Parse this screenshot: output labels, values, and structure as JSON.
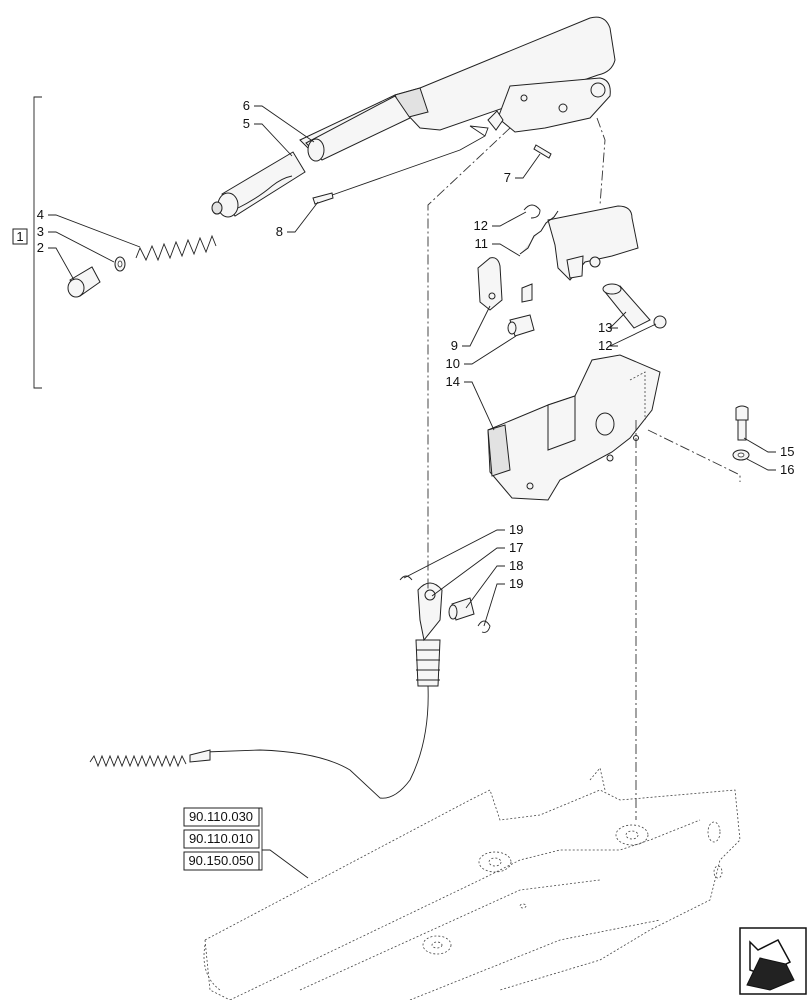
{
  "group_bracket": {
    "label": "1"
  },
  "callouts": [
    {
      "id": "c2",
      "label": "2"
    },
    {
      "id": "c3",
      "label": "3"
    },
    {
      "id": "c4",
      "label": "4"
    },
    {
      "id": "c5",
      "label": "5"
    },
    {
      "id": "c6",
      "label": "6"
    },
    {
      "id": "c7",
      "label": "7"
    },
    {
      "id": "c8",
      "label": "8"
    },
    {
      "id": "c9",
      "label": "9"
    },
    {
      "id": "c10",
      "label": "10"
    },
    {
      "id": "c11",
      "label": "11"
    },
    {
      "id": "c12a",
      "label": "12"
    },
    {
      "id": "c12b",
      "label": "12"
    },
    {
      "id": "c13",
      "label": "13"
    },
    {
      "id": "c14",
      "label": "14"
    },
    {
      "id": "c15",
      "label": "15"
    },
    {
      "id": "c16",
      "label": "16"
    },
    {
      "id": "c17",
      "label": "17"
    },
    {
      "id": "c18",
      "label": "18"
    },
    {
      "id": "c19a",
      "label": "19"
    },
    {
      "id": "c19b",
      "label": "19"
    }
  ],
  "references": [
    "90.110.030",
    "90.110.010",
    "90.150.050"
  ],
  "nav_icon": "next-page-arrow-icon"
}
